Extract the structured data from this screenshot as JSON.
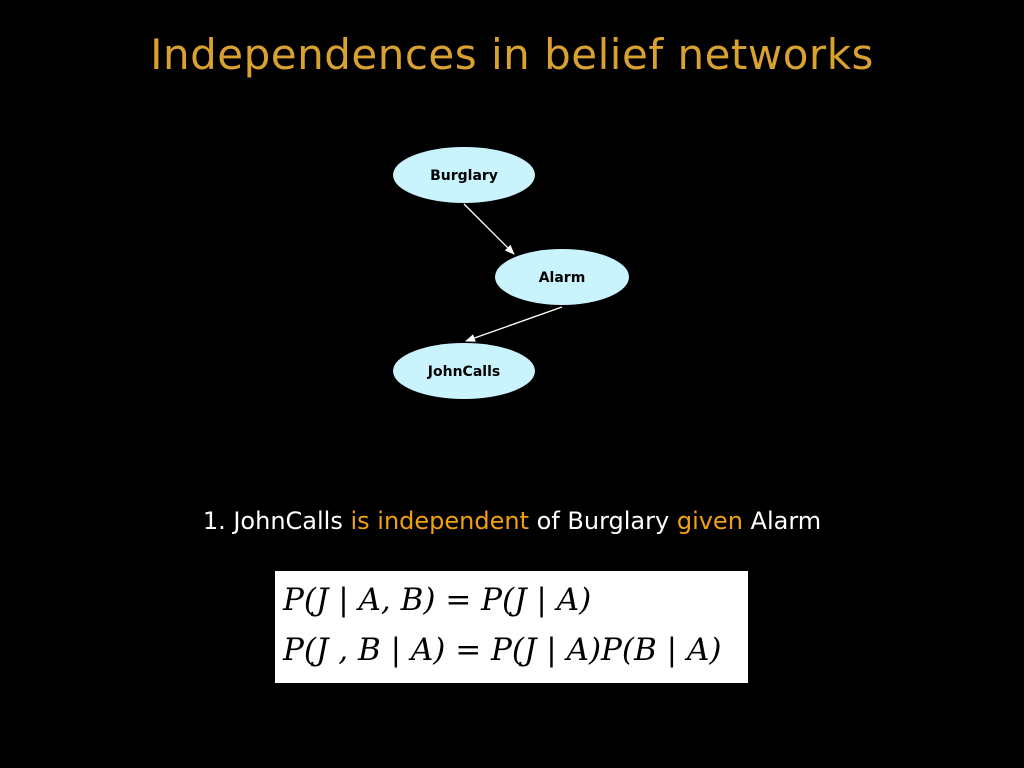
{
  "slide": {
    "title": "Independences in belief networks"
  },
  "diagram": {
    "nodes": [
      {
        "id": "burglary",
        "label": "Burglary"
      },
      {
        "id": "alarm",
        "label": "Alarm"
      },
      {
        "id": "johncalls",
        "label": "JohnCalls"
      }
    ],
    "edges": [
      {
        "from": "burglary",
        "to": "alarm"
      },
      {
        "from": "alarm",
        "to": "johncalls"
      }
    ],
    "colors": {
      "node_fill": "#c9f3fd",
      "edge": "#ffffff",
      "title": "#d9a12f",
      "highlight": "#f0a010"
    }
  },
  "statement": {
    "prefix": "1. JohnCalls ",
    "is_independent": "is independent",
    "middle": " of Burglary ",
    "given": "given",
    "suffix": " Alarm"
  },
  "formulas": [
    "P(J | A, B) = P(J | A)",
    "P(J , B | A) = P(J | A)P(B | A)"
  ]
}
